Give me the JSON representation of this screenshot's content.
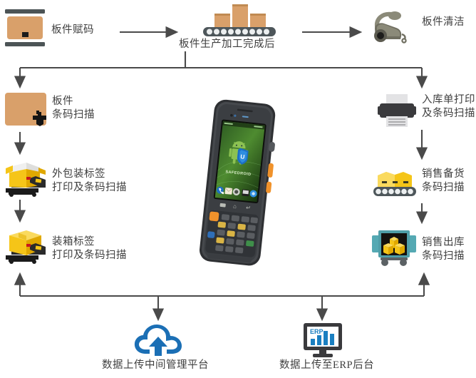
{
  "diagram": {
    "title": "PDA barcode warehouse workflow",
    "colors": {
      "line": "#4a4a4a",
      "text": "#3f3f3f",
      "box_tan": "#d9a06a",
      "box_tan_dark": "#c08a52",
      "bar_gray": "#4c5456",
      "conveyor": "#4d565a",
      "vacuum": "#8b8a79",
      "printer_dark": "#3a3a3d",
      "printer_light": "#e3e3e5",
      "yellow": "#f5c518",
      "yellow_dark": "#e0a800",
      "teal": "#55a9b3",
      "blue": "#1a7fc1",
      "cloud_blue": "#1b6fb5",
      "screen_green": "#3f7d2d"
    },
    "steps": {
      "assign_code": {
        "label": "板件赋码",
        "icon": "panel-code-icon"
      },
      "production_done": {
        "label": "板件生产加工完成后",
        "icon": "conveyor-icon"
      },
      "cleaning": {
        "label": "板件清洁",
        "icon": "vacuum-cleaner-icon"
      },
      "panel_scan": {
        "label": "板件\n条码扫描",
        "icon": "panel-scan-icon"
      },
      "outer_label": {
        "label": "外包装标签\n打印及条码扫描",
        "icon": "carton-label-icon"
      },
      "carton_label": {
        "label": "装箱标签\n打印及条码扫描",
        "icon": "packing-label-icon"
      },
      "inbound_print": {
        "label": "入库单打印\n及条码扫描",
        "icon": "printer-icon"
      },
      "sales_stock": {
        "label": "销售备货\n条码扫描",
        "icon": "stock-conveyor-icon"
      },
      "sales_outbound": {
        "label": "销售出库\n条码扫描",
        "icon": "delivery-truck-icon"
      },
      "cloud_platform": {
        "label": "数据上传中间管理平台",
        "icon": "cloud-upload-icon"
      },
      "erp_backend": {
        "label": "数据上传至ERP后台",
        "icon": "erp-monitor-icon"
      }
    },
    "device": {
      "name": "PDA handheld terminal",
      "screen_text": "SAFEDROID",
      "icon": "pda-device-icon"
    }
  }
}
